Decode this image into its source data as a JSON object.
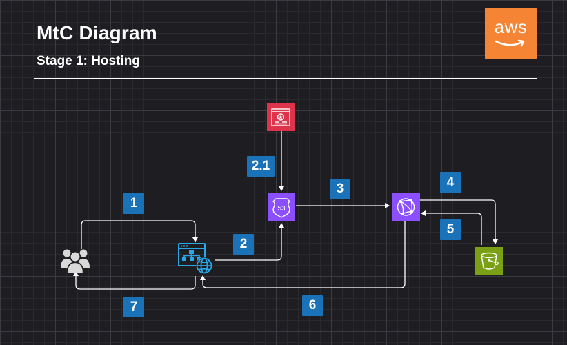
{
  "header": {
    "title": "MtC Diagram",
    "subtitle": "Stage 1: Hosting"
  },
  "logo": {
    "text": "aws",
    "icon": "aws-logo",
    "color": "#f58534"
  },
  "nodes": [
    {
      "id": "users",
      "icon": "users-icon"
    },
    {
      "id": "website",
      "icon": "website-globe-icon"
    },
    {
      "id": "certificate",
      "icon": "certificate-manager-icon",
      "color": "#dd344c"
    },
    {
      "id": "dns",
      "icon": "route53-icon",
      "text": "53",
      "color": "#8c4fff"
    },
    {
      "id": "cdn",
      "icon": "cloudfront-icon",
      "color": "#8c4fff"
    },
    {
      "id": "bucket",
      "icon": "s3-bucket-icon",
      "color": "#7aa116"
    }
  ],
  "steps": {
    "s1": "1",
    "s2": "2",
    "s2_1": "2.1",
    "s3": "3",
    "s4": "4",
    "s5": "5",
    "s6": "6",
    "s7": "7"
  },
  "colors": {
    "background": "#1e1d21",
    "badge": "#1a73b8",
    "connector": "#ffffff"
  }
}
